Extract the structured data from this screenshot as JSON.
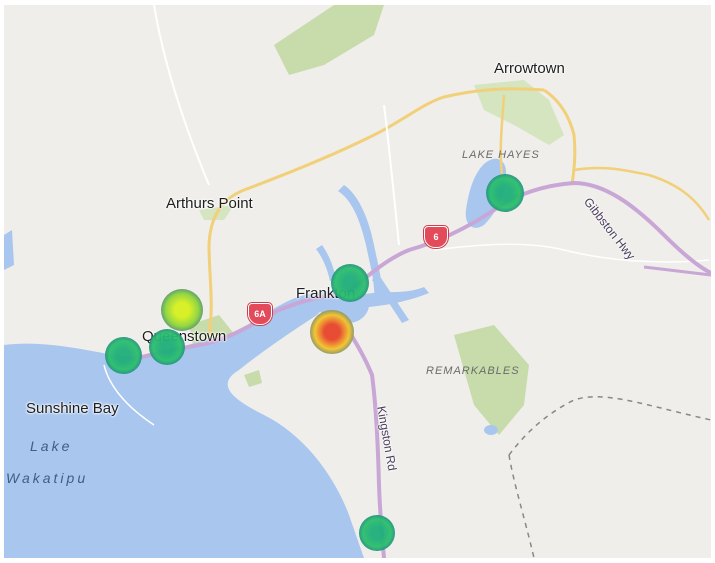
{
  "places": {
    "arrowtown": "Arrowtown",
    "arthurs_point": "Arthurs Point",
    "frankton": "Frankton",
    "queenstown": "Queenstown",
    "sunshine_bay": "Sunshine Bay"
  },
  "regions": {
    "lake_hayes": "LAKE HAYES",
    "remarkables": "REMARKABLES"
  },
  "water": {
    "lake_line1": "Lake",
    "lake_line2": "Wakatipu"
  },
  "roads": {
    "gibbston": "Gibbston Hwy",
    "kingston": "Kingston Rd"
  },
  "shields": {
    "sh6": "6",
    "sh6a": "6A"
  },
  "heat_points": [
    {
      "id": "lake-hayes",
      "intensity": "medium",
      "color_core": "#1fae7a",
      "color_edge": "#1a5e9e"
    },
    {
      "id": "frankton",
      "intensity": "medium",
      "color_core": "#1fae7a",
      "color_edge": "#1a5e9e"
    },
    {
      "id": "frankton-south",
      "intensity": "high",
      "color_core": "#e8432b",
      "color_edge": "#1a5e9e"
    },
    {
      "id": "queenstown-north",
      "intensity": "mid-high",
      "color_core": "#d6f01e",
      "color_edge": "#1a5e9e"
    },
    {
      "id": "queenstown",
      "intensity": "medium",
      "color_core": "#1fae7a",
      "color_edge": "#1a5e9e"
    },
    {
      "id": "queenstown-west",
      "intensity": "medium",
      "color_core": "#1fae7a",
      "color_edge": "#1a5e9e"
    },
    {
      "id": "kingston-road-south",
      "intensity": "medium",
      "color_core": "#1fae7a",
      "color_edge": "#1a5e9e"
    }
  ],
  "colors": {
    "land": "#efeeea",
    "water": "#a9c6ef",
    "park": "#c7dcaa",
    "road_major": "#c8a6d6",
    "road_secondary": "#f2cf79"
  }
}
